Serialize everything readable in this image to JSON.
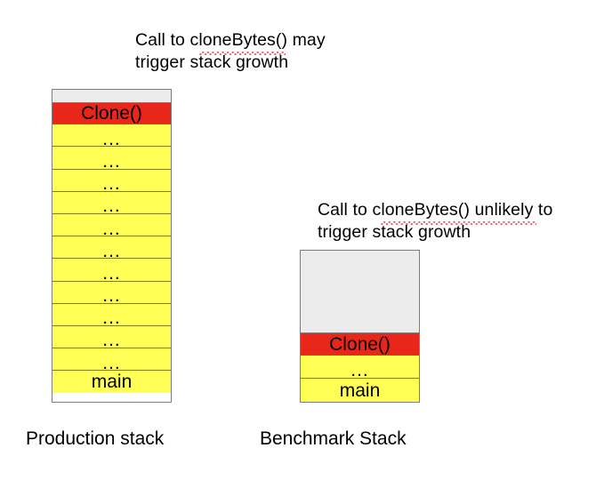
{
  "annotations": {
    "production": {
      "text": "Call to cloneBytes() may\ntrigger stack growth",
      "misspelled_word": "cloneBytes"
    },
    "benchmark": {
      "text": "Call to cloneBytes() unlikely to\ntrigger stack growth",
      "misspelled_word": "cloneBytes"
    }
  },
  "stacks": [
    {
      "id": "production",
      "caption": "Production stack",
      "frames": [
        {
          "label": "",
          "kind": "headroom"
        },
        {
          "label": "Clone()",
          "kind": "clone"
        },
        {
          "label": "...",
          "kind": "ellipsis"
        },
        {
          "label": "...",
          "kind": "ellipsis"
        },
        {
          "label": "...",
          "kind": "ellipsis"
        },
        {
          "label": "...",
          "kind": "ellipsis"
        },
        {
          "label": "...",
          "kind": "ellipsis"
        },
        {
          "label": "...",
          "kind": "ellipsis"
        },
        {
          "label": "...",
          "kind": "ellipsis"
        },
        {
          "label": "...",
          "kind": "ellipsis"
        },
        {
          "label": "...",
          "kind": "ellipsis"
        },
        {
          "label": "...",
          "kind": "ellipsis"
        },
        {
          "label": "...",
          "kind": "ellipsis"
        },
        {
          "label": "main",
          "kind": "main"
        }
      ]
    },
    {
      "id": "benchmark",
      "caption": "Benchmark Stack",
      "frames": [
        {
          "label": "",
          "kind": "headroom"
        },
        {
          "label": "Clone()",
          "kind": "clone"
        },
        {
          "label": "...",
          "kind": "ellipsis"
        },
        {
          "label": "main",
          "kind": "main"
        }
      ]
    }
  ],
  "colors": {
    "clone_frame": "#e8271a",
    "stack_frame": "#ffff55",
    "headroom": "#ececec",
    "frame_border": "#808000",
    "outer_border": "#7d7d7d",
    "spellcheck_underline": "#e06666",
    "background": "#ffffff"
  }
}
